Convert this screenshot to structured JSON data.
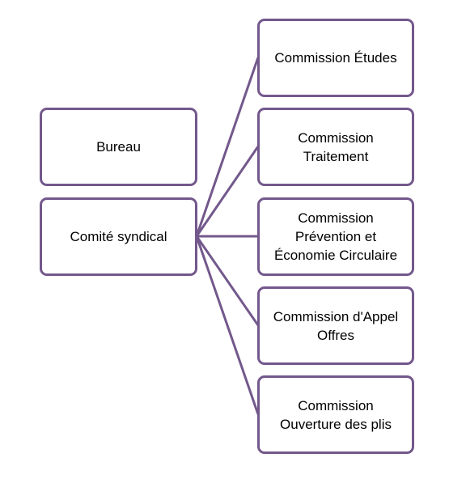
{
  "diagram": {
    "colors": {
      "border": "#73588c",
      "connector": "#73588c",
      "node_fill": "#ffffff",
      "text": "#000000"
    },
    "left_nodes": [
      {
        "label": "Bureau"
      },
      {
        "label": "Comité syndical"
      }
    ],
    "commissions": [
      {
        "label": "Commission Études"
      },
      {
        "label": "Commission\nTraitement"
      },
      {
        "label": "Commission\nPrévention et\nÉconomie Circulaire"
      },
      {
        "label": "Commission d'Appel\nOffres"
      },
      {
        "label": "Commission\nOuverture des plis"
      }
    ]
  }
}
